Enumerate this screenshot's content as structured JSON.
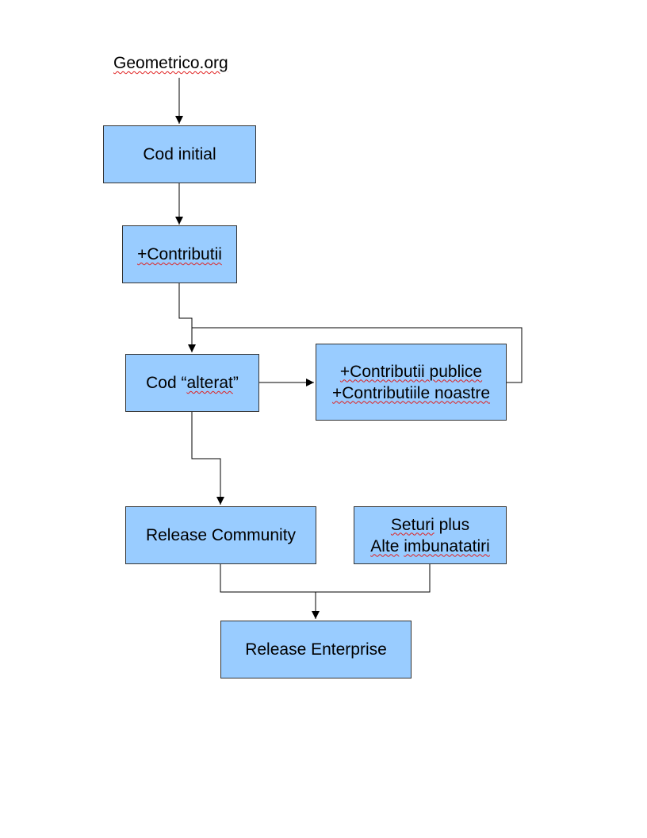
{
  "diagram": {
    "source_label": "Geometrico.org",
    "nodes": {
      "cod_initial": {
        "text": "Cod initial"
      },
      "contributii": {
        "text": "+Contributii"
      },
      "cod_alterat": {
        "prefix": "Cod “",
        "word": "alterat",
        "suffix": "”"
      },
      "contributii_box": {
        "line1": "+Contributii publice",
        "line2": "+Contributiile noastre"
      },
      "release_community": {
        "text": "Release Community"
      },
      "seturi_box": {
        "line1_word": "Seturi",
        "line1_rest": " plus",
        "line2_word1": "Alte",
        "line2_word2": "imbunatatiri"
      },
      "release_enterprise": {
        "text": "Release Enterprise"
      }
    },
    "colors": {
      "box_fill": "#99ccff",
      "box_border": "#333333",
      "connector": "#000000",
      "spellcheck_underline": "#e02020"
    }
  }
}
